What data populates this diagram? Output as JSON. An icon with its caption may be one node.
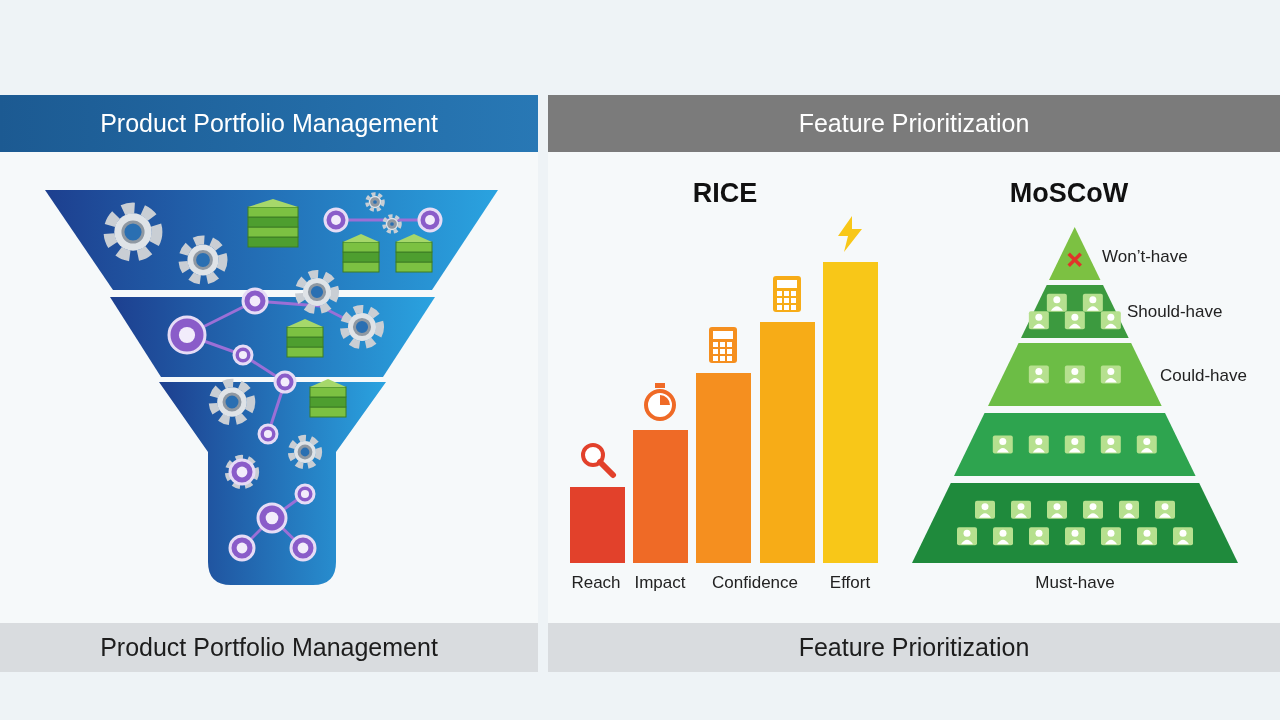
{
  "diagram": {
    "nodes": [
      {
        "text": [
          "Product Portfolio Management",
          "Product Portfolio Management"
        ]
      },
      {
        "text": [],
        "shape": "picture",
        "in": 0
      },
      {
        "text": [
          "Feature Prioritization",
          "Feature Prioritization"
        ]
      },
      {
        "text": [
          "RICE"
        ],
        "in": 2
      },
      {
        "text": [
          "Reach"
        ],
        "in": 3
      },
      {
        "text": [
          "Impact"
        ],
        "in": 3
      },
      {
        "text": [
          "Confidence"
        ],
        "in": 3
      },
      {
        "text": [],
        "shape": "bar",
        "in": 3
      },
      {
        "text": [
          "Effort"
        ],
        "in": 3
      },
      {
        "text": [
          "MoSCoW"
        ],
        "in": 2
      },
      {
        "text": [
          "Won’t-have"
        ],
        "in": 9
      },
      {
        "text": [
          "Should-have"
        ],
        "in": 9
      },
      {
        "text": [
          "Could-have"
        ],
        "in": 9
      },
      {
        "text": [],
        "shape": "box",
        "in": 9
      },
      {
        "text": [
          "Must-have"
        ],
        "in": 9
      }
    ]
  }
}
